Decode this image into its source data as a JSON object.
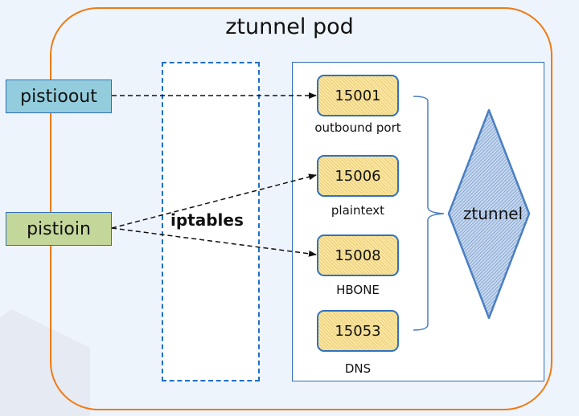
{
  "diagram": {
    "title": "ztunnel pod",
    "interfaces": {
      "outbound": {
        "label": "pistioout",
        "color": "#93cddd"
      },
      "inbound": {
        "label": "pistioin",
        "color": "#c4d79b"
      }
    },
    "iptables": {
      "label": "iptables"
    },
    "ports": [
      {
        "port": "15001",
        "label": "outbound port"
      },
      {
        "port": "15006",
        "label": "plaintext"
      },
      {
        "port": "15008",
        "label": "HBONE"
      },
      {
        "port": "15053",
        "label": "DNS"
      }
    ],
    "process": {
      "label": "ztunnel"
    },
    "connections": [
      {
        "from": "pistioout",
        "to": "15001"
      },
      {
        "from": "pistioin",
        "to": "15006"
      },
      {
        "from": "pistioin",
        "to": "15008"
      }
    ],
    "colors": {
      "pod_border": "#f07a14",
      "iptables_border": "#1f6fc8",
      "port_fill": "#fbe6a2",
      "port_border": "#2f72bd",
      "ztunnel_fill": "#a9c3e4",
      "ztunnel_border": "#4a7fc1"
    }
  }
}
